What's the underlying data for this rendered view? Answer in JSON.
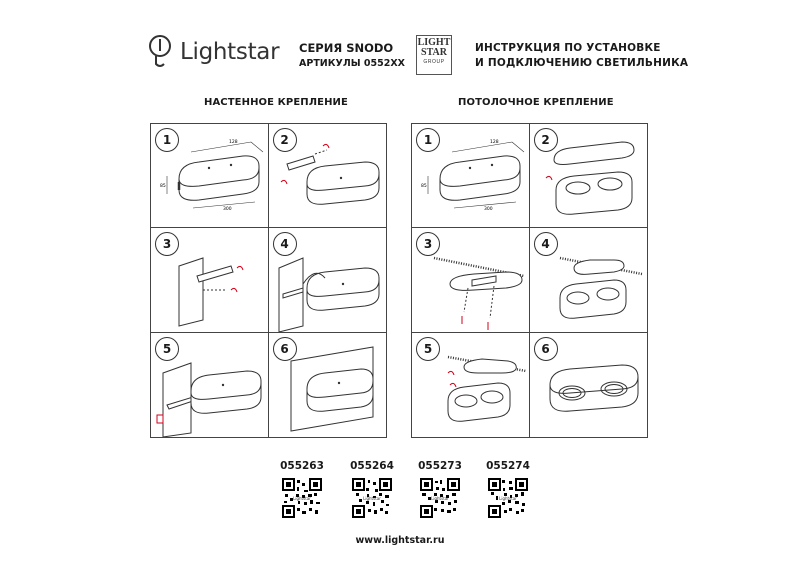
{
  "header": {
    "logo_text": "Lightstar",
    "logo_icon": "bulb-icon",
    "series_line1": "СЕРИЯ SNODO",
    "series_line2": "АРТИКУЛЫ 0552XX",
    "brand_box": [
      "LIGHT",
      "STAR",
      "GROUP"
    ],
    "instruction_line1": "ИНСТРУКЦИЯ ПО УСТАНОВКЕ",
    "instruction_line2": "И ПОДКЛЮЧЕНИЮ СВЕТИЛЬНИКА"
  },
  "sections": {
    "wall_title": "НАСТЕННОЕ КРЕПЛЕНИЕ",
    "ceiling_title": "ПОТОЛОЧНОЕ КРЕПЛЕНИЕ"
  },
  "steps": [
    "1",
    "2",
    "3",
    "4",
    "5",
    "6"
  ],
  "dimension_labels": {
    "length": "300",
    "width": "128",
    "height": "85"
  },
  "articles": [
    "055263",
    "055264",
    "055273",
    "055274"
  ],
  "qr_caption": "Lightstar",
  "website": "www.lightstar.ru",
  "colors": {
    "line": "#333333",
    "accent_red": "#d0021b",
    "text": "#1a1a1a"
  }
}
